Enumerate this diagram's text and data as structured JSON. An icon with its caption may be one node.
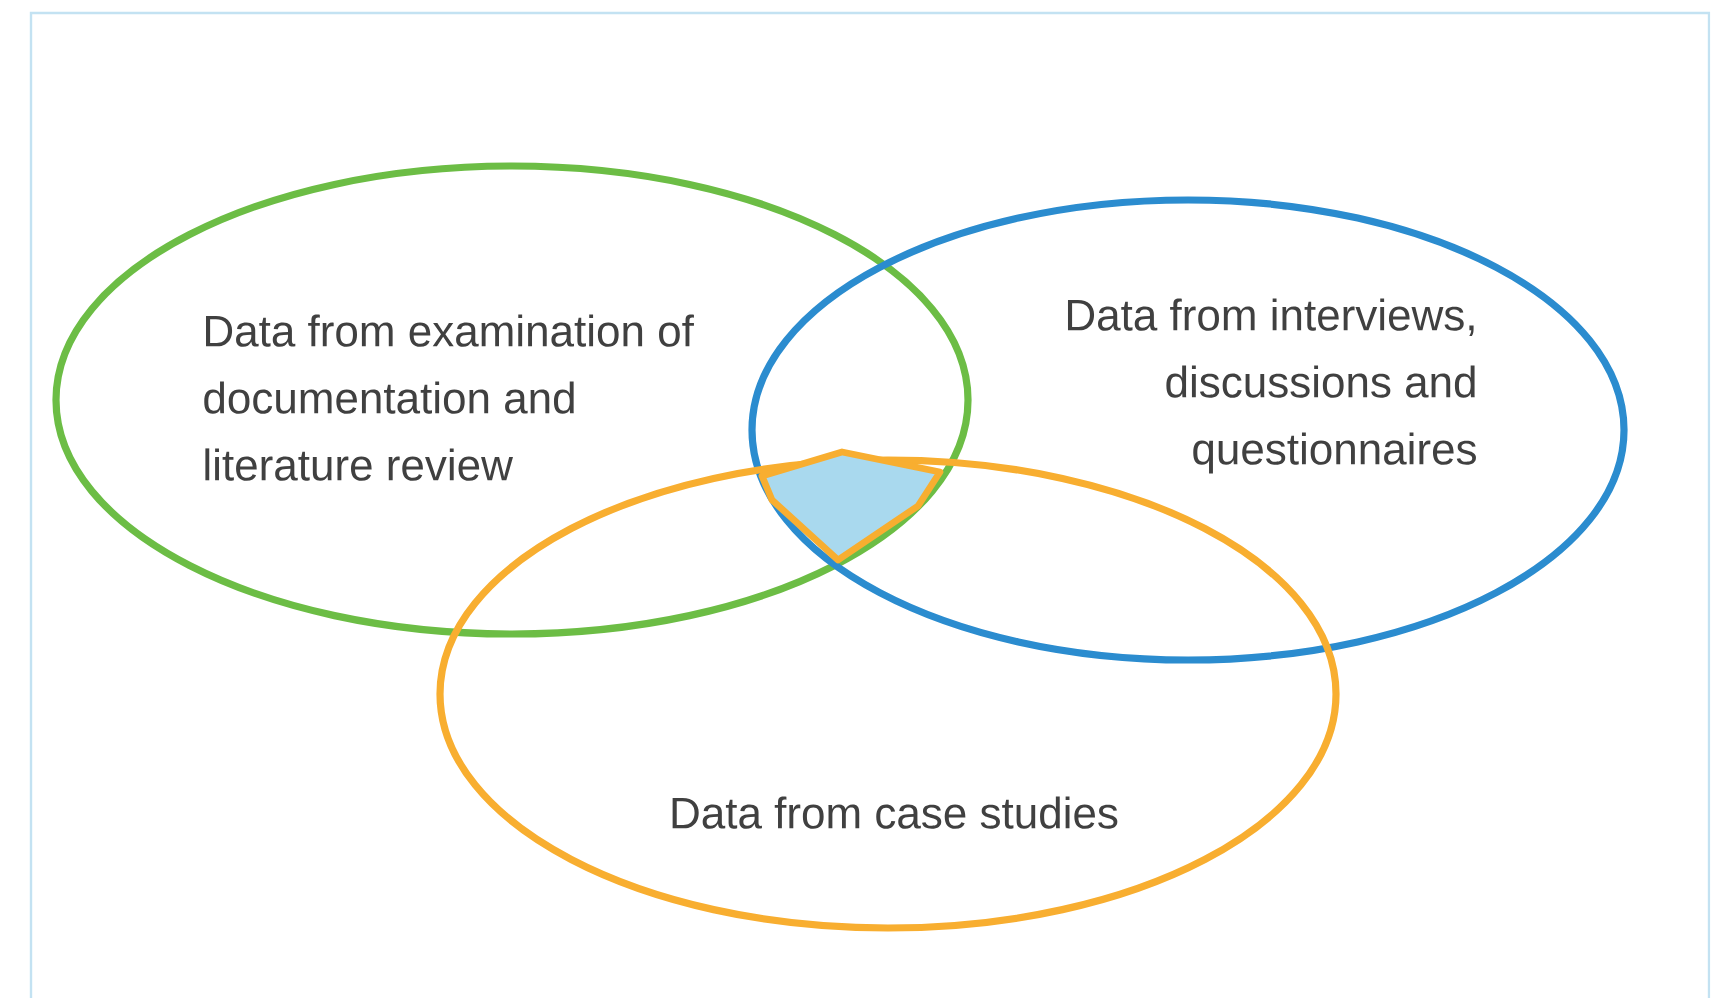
{
  "diagram": {
    "nodes": [
      {
        "text": [
          "Data from examination of documentation and literature review"
        ]
      },
      {
        "text": [
          "Data from interviews, discussions and questionnaires"
        ]
      },
      {
        "text": [
          "Data from case studies"
        ]
      },
      {
        "text": [],
        "shape": "polygon"
      }
    ]
  }
}
